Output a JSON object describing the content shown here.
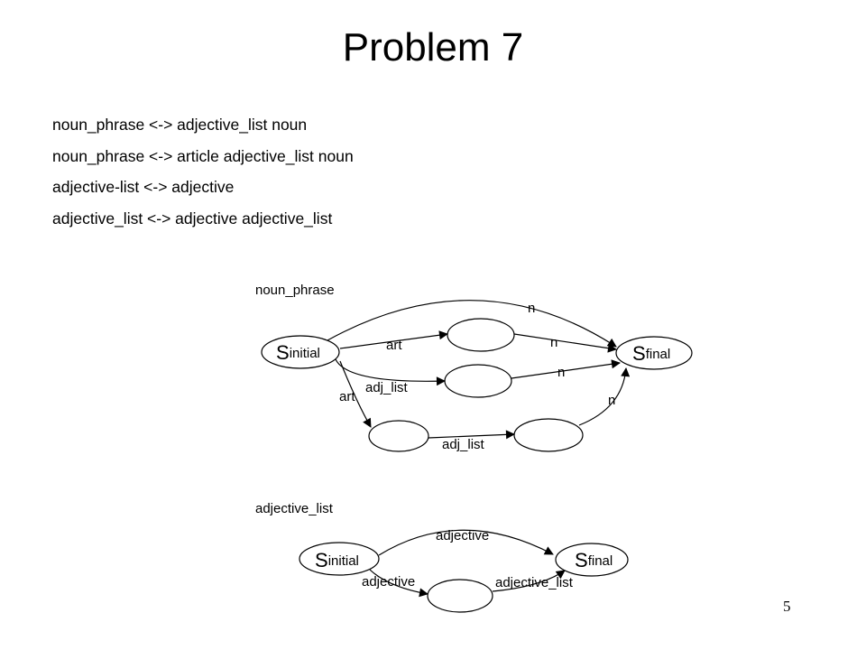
{
  "title": "Problem 7",
  "rules": [
    "noun_phrase <-> adjective_list noun",
    "noun_phrase <-> article adjective_list noun",
    "adjective-list <-> adjective",
    "adjective_list <-> adjective adjective_list"
  ],
  "diagram1": {
    "name": "noun_phrase",
    "initial_main": "S",
    "initial_sub": "initial",
    "final_main": "S",
    "final_sub": "final",
    "edges": {
      "top_n": "n",
      "art_upper": "art",
      "n_middle1": "n",
      "adj_list_middle": "adj_list",
      "n_middle2": "n",
      "art_lower": "art",
      "adj_list_bottom": "adj_list",
      "n_bottom": "n"
    }
  },
  "diagram2": {
    "name": "adjective_list",
    "initial_main": "S",
    "initial_sub": "initial",
    "final_main": "S",
    "final_sub": "final",
    "edges": {
      "adjective_top": "adjective",
      "adjective_bottom": "adjective",
      "adjective_list_bottom": "adjective_list"
    }
  },
  "slide_number": "5"
}
